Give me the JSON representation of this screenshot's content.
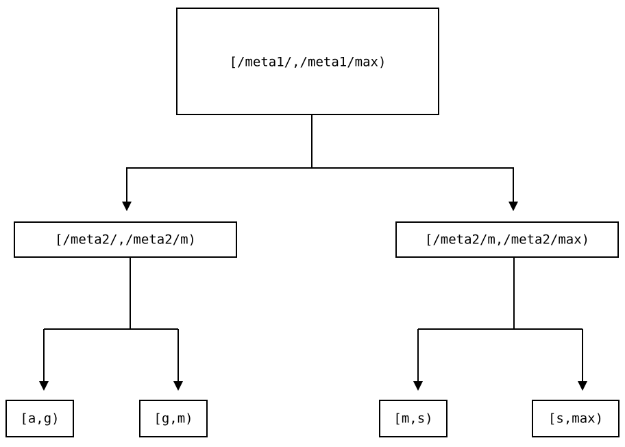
{
  "diagram": {
    "type": "tree",
    "title": "",
    "background_color": "#ffffff",
    "stroke_color": "#000000",
    "text_color": "#000000",
    "nodes": {
      "root": {
        "label": "[/meta1/,/meta1/max)",
        "level": 0
      },
      "mid_left": {
        "label": "[/meta2/,/meta2/m)",
        "level": 1
      },
      "mid_right": {
        "label": "[/meta2/m,/meta2/max)",
        "level": 1
      },
      "leaf_1": {
        "label": "[a,g)",
        "level": 2
      },
      "leaf_2": {
        "label": "[g,m)",
        "level": 2
      },
      "leaf_3": {
        "label": "[m,s)",
        "level": 2
      },
      "leaf_4": {
        "label": "[s,max)",
        "level": 2
      }
    },
    "edges": [
      {
        "from": "root",
        "to": "mid_left",
        "arrow": "down"
      },
      {
        "from": "root",
        "to": "mid_right",
        "arrow": "down"
      },
      {
        "from": "mid_left",
        "to": "leaf_1",
        "arrow": "down"
      },
      {
        "from": "mid_left",
        "to": "leaf_2",
        "arrow": "down"
      },
      {
        "from": "mid_right",
        "to": "leaf_3",
        "arrow": "down"
      },
      {
        "from": "mid_right",
        "to": "leaf_4",
        "arrow": "down"
      }
    ]
  }
}
